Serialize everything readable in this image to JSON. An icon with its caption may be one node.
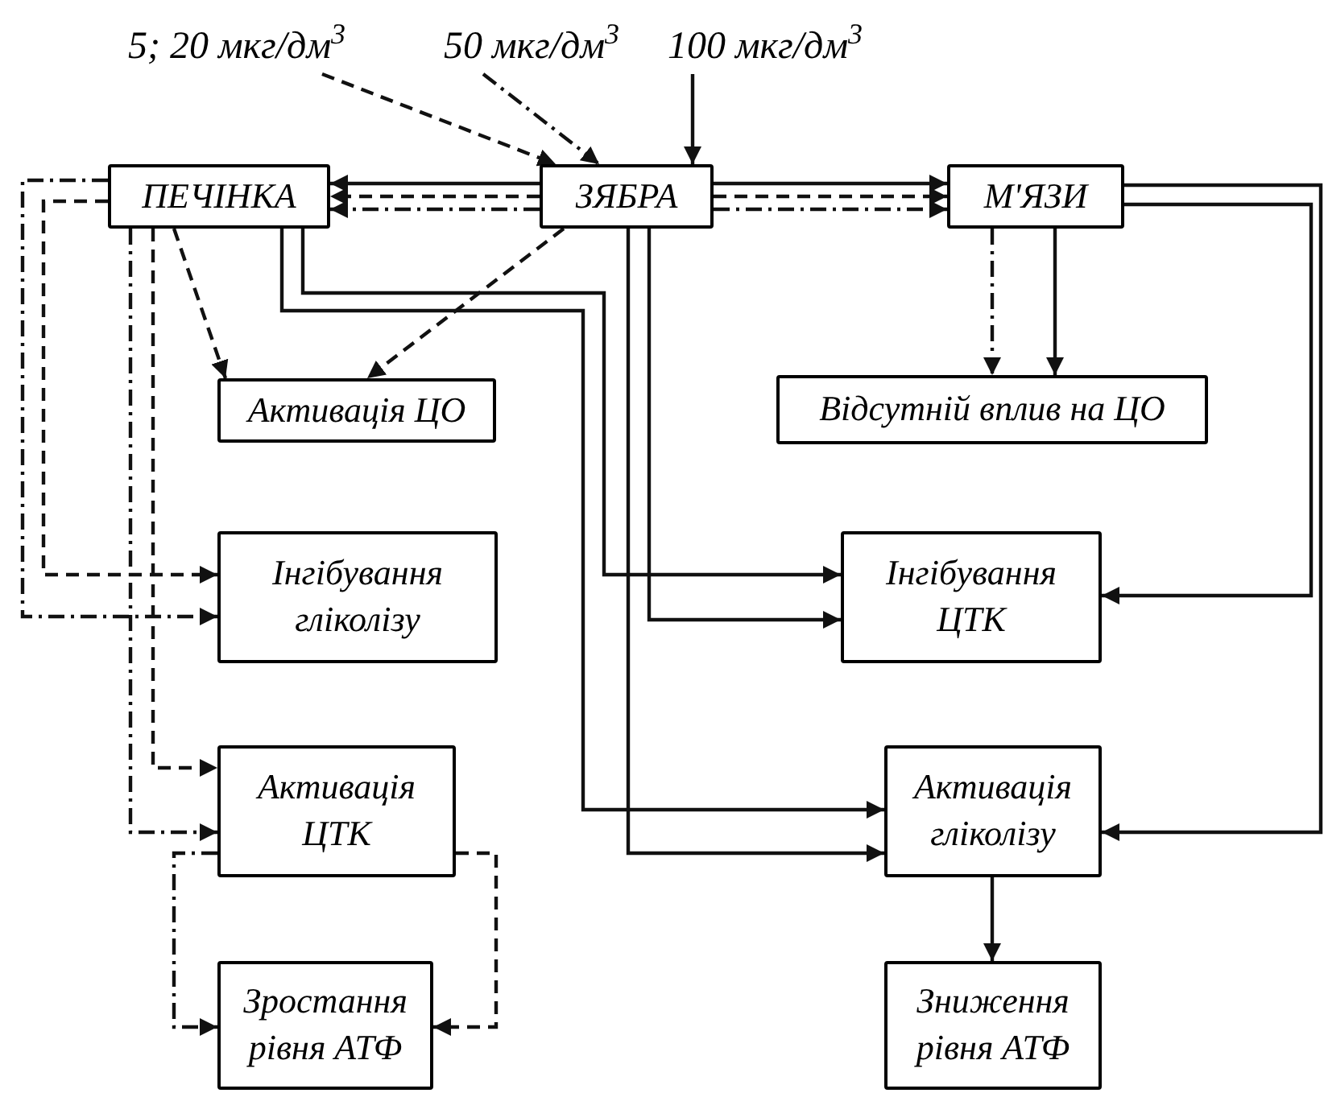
{
  "diagram": {
    "nodes": [
      {
        "text": [
          "5; 20 мкг/дм$^{3}$"
        ]
      },
      {
        "text": [
          "50 мкг/дм$^{3}$"
        ]
      },
      {
        "text": [
          "100 мкг/дм$^{3}$"
        ]
      },
      {
        "text": [
          "ПЕЧІНКА"
        ]
      },
      {
        "text": [
          "ЗЯБРА"
        ]
      },
      {
        "text": [
          "М'ЯЗИ"
        ]
      },
      {
        "text": [
          "Активація ЦО"
        ]
      },
      {
        "text": [
          "Відсутній вплив на ЦО"
        ]
      },
      {
        "text": [
          "Інгібування гліколізу"
        ]
      },
      {
        "text": [
          "Інгібування ЦТК"
        ]
      },
      {
        "text": [
          "Активація ЦТК"
        ]
      },
      {
        "text": [
          "Активація гліколізу"
        ]
      },
      {
        "text": [
          "Зростання рівня АТФ"
        ]
      },
      {
        "text": [
          "Зниження рівня АТФ"
        ]
      }
    ],
    "edges": [
      {
        "from": 0,
        "to": 4,
        "arrow": "to",
        "style": "dashed"
      },
      {
        "from": 1,
        "to": 4,
        "arrow": "to",
        "style": "dashed"
      },
      {
        "from": 2,
        "to": 4,
        "arrow": "to"
      },
      {
        "from": 4,
        "to": 3,
        "arrow": "to"
      },
      {
        "from": 4,
        "to": 3,
        "arrow": "to",
        "style": "dashed"
      },
      {
        "from": 4,
        "to": 3,
        "arrow": "to",
        "style": "dashed"
      },
      {
        "from": 4,
        "to": 5,
        "arrow": "to"
      },
      {
        "from": 4,
        "to": 5,
        "arrow": "to",
        "style": "dashed"
      },
      {
        "from": 4,
        "to": 5,
        "arrow": "to",
        "style": "dashed"
      },
      {
        "from": 3,
        "to": 6,
        "arrow": "to",
        "style": "dashed"
      },
      {
        "from": 4,
        "to": 6,
        "arrow": "to",
        "style": "dashed"
      },
      {
        "from": 5,
        "to": 7,
        "arrow": "to",
        "style": "dashed"
      },
      {
        "from": 5,
        "to": 7,
        "arrow": "to"
      },
      {
        "from": 3,
        "to": 8,
        "arrow": "to",
        "style": "dashed"
      },
      {
        "from": 3,
        "to": 8,
        "arrow": "to",
        "style": "dashed"
      },
      {
        "from": 3,
        "to": 10,
        "arrow": "to",
        "style": "dashed"
      },
      {
        "from": 3,
        "to": 10,
        "arrow": "to",
        "style": "dashed"
      },
      {
        "from": 3,
        "to": 9,
        "arrow": "to"
      },
      {
        "from": 3,
        "to": 11,
        "arrow": "to"
      },
      {
        "from": 4,
        "to": 9,
        "arrow": "to"
      },
      {
        "from": 4,
        "to": 11,
        "arrow": "to"
      },
      {
        "from": 5,
        "to": 9,
        "arrow": "to"
      },
      {
        "from": 5,
        "to": 11,
        "arrow": "to"
      },
      {
        "from": 10,
        "to": 12,
        "arrow": "to",
        "style": "dashed"
      },
      {
        "from": 10,
        "to": 12,
        "arrow": "to",
        "style": "dashed"
      },
      {
        "from": 11,
        "to": 13,
        "arrow": "to"
      }
    ]
  }
}
